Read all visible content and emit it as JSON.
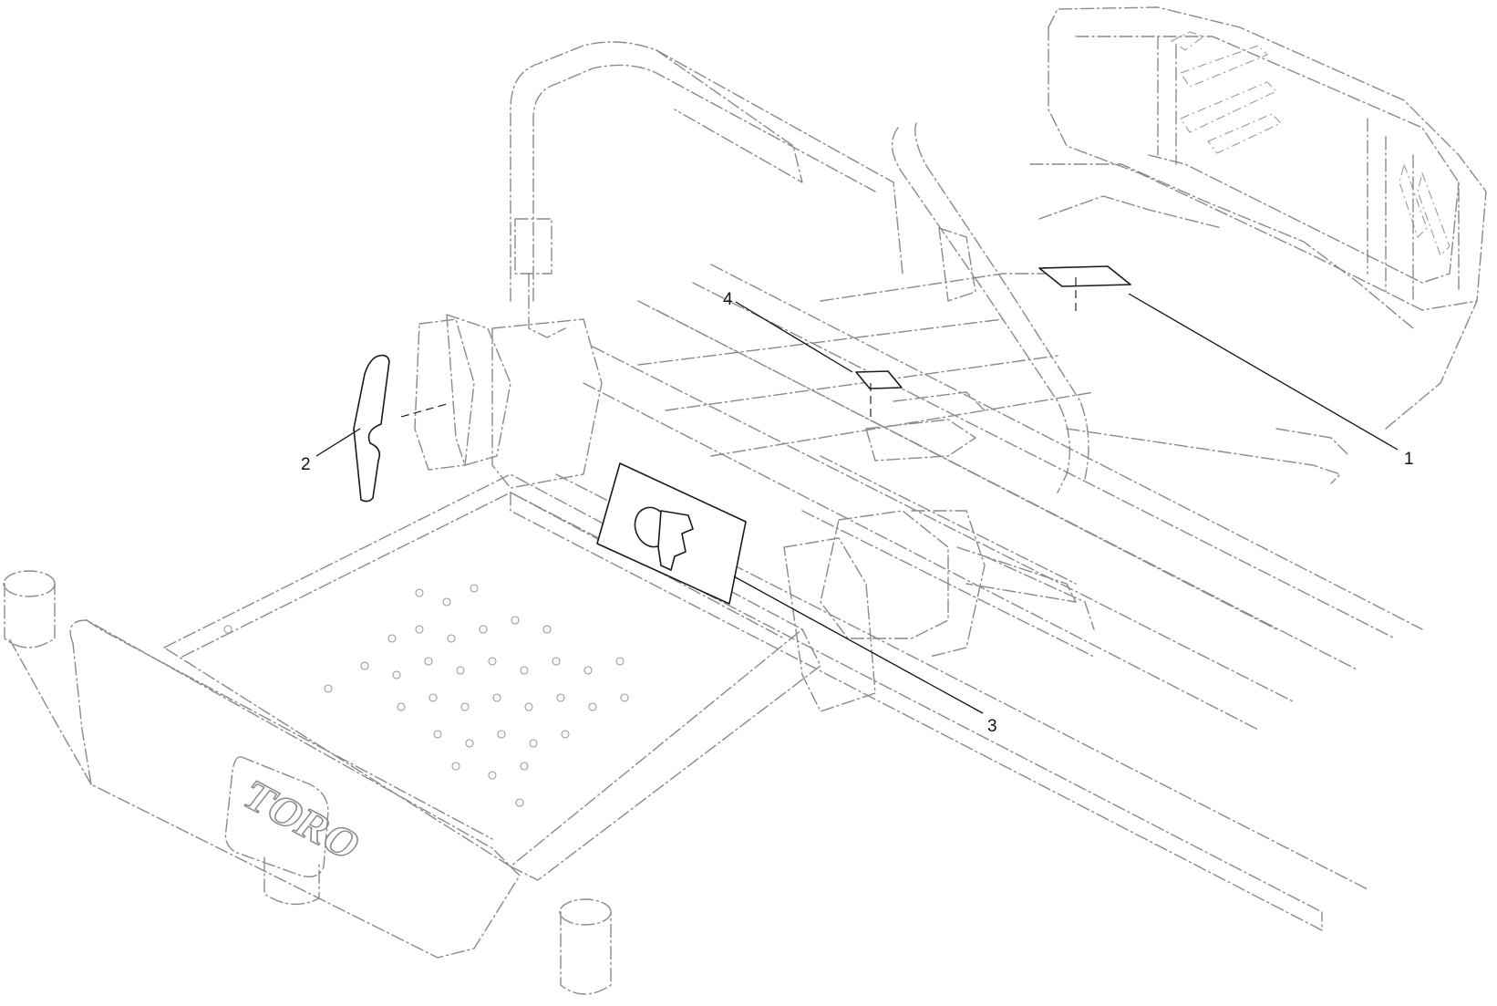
{
  "callouts": [
    {
      "id": "1",
      "label": "1"
    },
    {
      "id": "2",
      "label": "2"
    },
    {
      "id": "3",
      "label": "3"
    },
    {
      "id": "4",
      "label": "4"
    }
  ],
  "branding": {
    "logo_text": "TORO"
  },
  "colors": {
    "phantom_lines": "#8a8a8a",
    "decal_outline": "#1a1a1a",
    "callout_text": "#111111"
  }
}
